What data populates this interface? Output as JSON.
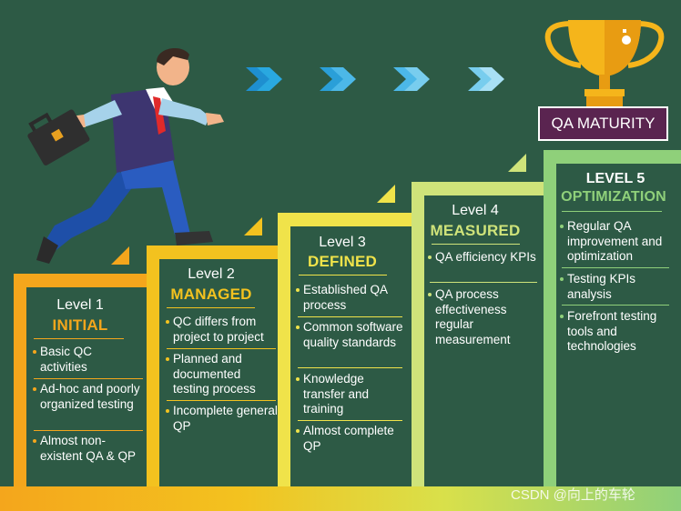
{
  "qa_maturity_label": "QA MATURITY",
  "watermark": "CSDN @向上的车轮",
  "colors": {
    "background": "#2d5a45",
    "level1": "#f4a61c",
    "level2": "#f3c21f",
    "level3": "#f0e34a",
    "level4": "#cfe37a",
    "level5": "#8fd07a",
    "arrow": "#29a8e0",
    "trophy": "#f5b51b",
    "qa_box": "#5a2450"
  },
  "levels": [
    {
      "label": "Level 1",
      "name": "INITIAL",
      "items": [
        "Basic QC activities",
        "Ad-hoc and poorly organized testing",
        "Almost non-existent QA & QP"
      ]
    },
    {
      "label": "Level 2",
      "name": "MANAGED",
      "items": [
        "QC differs from project to project",
        "Planned and documented testing process",
        "Incomplete general QP"
      ]
    },
    {
      "label": "Level 3",
      "name": "DEFINED",
      "items": [
        "Established QA process",
        "Common software quality standards",
        "Knowledge transfer and training",
        "Almost complete QP"
      ]
    },
    {
      "label": "Level 4",
      "name": "MEASURED",
      "items": [
        "QA efficiency KPIs",
        "QA process effectiveness regular measurement"
      ]
    },
    {
      "label": "LEVEL 5",
      "name": "OPTIMIZATION",
      "items": [
        "Regular QA improvement and optimization",
        "Testing KPIs analysis",
        "Forefront testing tools and technologies"
      ]
    }
  ],
  "icons": [
    "businessman-icon",
    "briefcase-icon",
    "arrow-right-icon",
    "trophy-icon"
  ]
}
